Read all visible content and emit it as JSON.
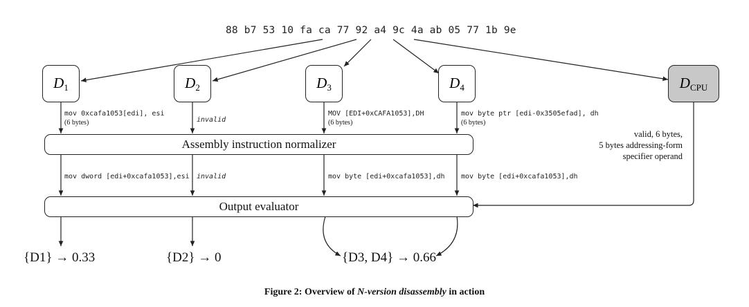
{
  "hex_bytes": "88 b7 53 10 fa ca 77 92 a4 9c 4a ab 05 77 1b 9e",
  "disassemblers": [
    {
      "letter": "D",
      "sub": "1"
    },
    {
      "letter": "D",
      "sub": "2"
    },
    {
      "letter": "D",
      "sub": "3"
    },
    {
      "letter": "D",
      "sub": "4"
    }
  ],
  "cpu": {
    "letter": "D",
    "sub": "CPU",
    "note_line1": "valid, 6 bytes,",
    "note_line2": "5 bytes addressing-form",
    "note_line3": "specifier operand"
  },
  "raw_outputs": [
    {
      "text": "mov 0xcafa1053[edi], esi",
      "bytes": "(6 bytes)"
    },
    {
      "text": "invalid",
      "bytes": ""
    },
    {
      "text": "MOV [EDI+0xCAFA1053],DH",
      "bytes": "(6 bytes)"
    },
    {
      "text": "mov byte ptr [edi-0x3505efad], dh",
      "bytes": "(6 bytes)"
    }
  ],
  "normalizer_label": "Assembly instruction normalizer",
  "normalized_outputs": [
    "mov dword [edi+0xcafa1053],esi",
    "invalid",
    "mov byte [edi+0xcafa1053],dh",
    "mov byte [edi+0xcafa1053],dh"
  ],
  "evaluator_label": "Output evaluator",
  "results": [
    {
      "set": "D1",
      "score": "0.33"
    },
    {
      "set": "D2",
      "score": "0"
    },
    {
      "set": "D3, D4",
      "score": "0.66"
    }
  ],
  "caption": {
    "prefix": "Figure 2: Overview of ",
    "emph": "N-version disassembly",
    "suffix": " in action"
  }
}
